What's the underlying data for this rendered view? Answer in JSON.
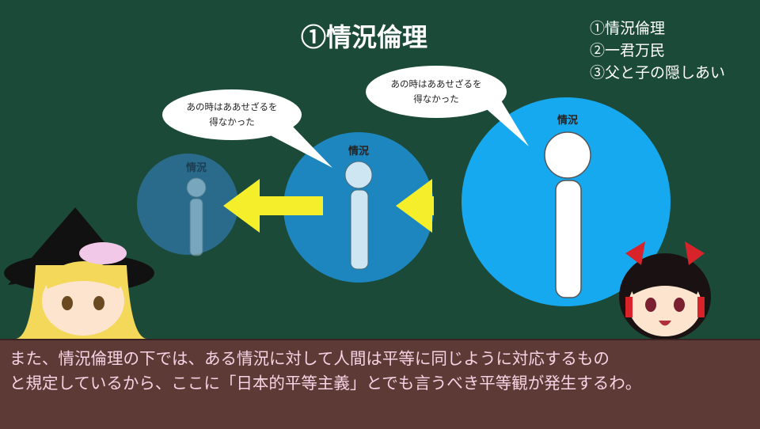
{
  "slide": {
    "title": "①情況倫理"
  },
  "toc": {
    "items": [
      "①情況倫理",
      "②一君万民",
      "③父と子の隠しあい"
    ]
  },
  "diagram": {
    "circle_label": "情況",
    "bubble_line1": "あの時はああせざるを",
    "bubble_line2": "得なかった",
    "colors": {
      "small": "#2a6a8a",
      "middle": "#1d86bf",
      "large": "#17a9ef",
      "arrow": "#f4ef2a"
    }
  },
  "subtitle": {
    "line1": "また、情況倫理の下では、ある情況に対して人間は平等に同じように対応するもの",
    "line2": "と規定しているから、ここに「日本的平等主義」とでも言うべき平等観が発生するわ。"
  }
}
